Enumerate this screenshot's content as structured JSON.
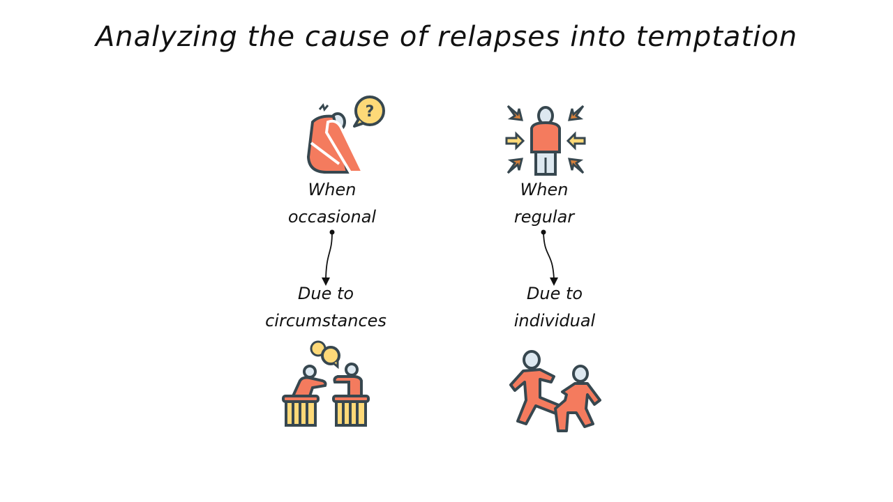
{
  "title": "Analyzing the cause of relapses into temptation",
  "columns": [
    {
      "condition_line1": "When",
      "condition_line2": "occasional",
      "cause_line1": "Due to",
      "cause_line2": "circumstances",
      "top_icon": "confused-person-icon",
      "bottom_icon": "debate-podiums-icon"
    },
    {
      "condition_line1": "When",
      "condition_line2": "regular",
      "cause_line1": "Due to",
      "cause_line2": "individual",
      "top_icon": "pressured-person-icon",
      "bottom_icon": "kicking-people-icon"
    }
  ],
  "colors": {
    "orange": "#F47B5E",
    "yellow": "#FDD978",
    "outline": "#37474F",
    "head": "#DDE8F0",
    "arrow": "#D9823B"
  }
}
